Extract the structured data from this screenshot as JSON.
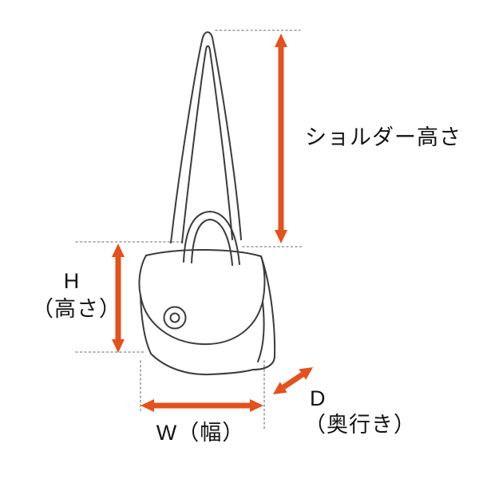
{
  "diagram": {
    "type": "product-dimension-diagram",
    "subject": "shoulder bag line drawing with measurement arrows",
    "labels": {
      "shoulder_height": "ショルダー高さ",
      "height_letter": "H",
      "height_sub": "（高さ）",
      "width": "W（幅）",
      "depth_letter": "D",
      "depth_sub": "（奥行き）"
    }
  },
  "colors": {
    "accent": "#e4511d",
    "line": "#3b3b3b",
    "dotted": "#9b9b9b",
    "ink": "#141414",
    "background": "#ffffff"
  }
}
